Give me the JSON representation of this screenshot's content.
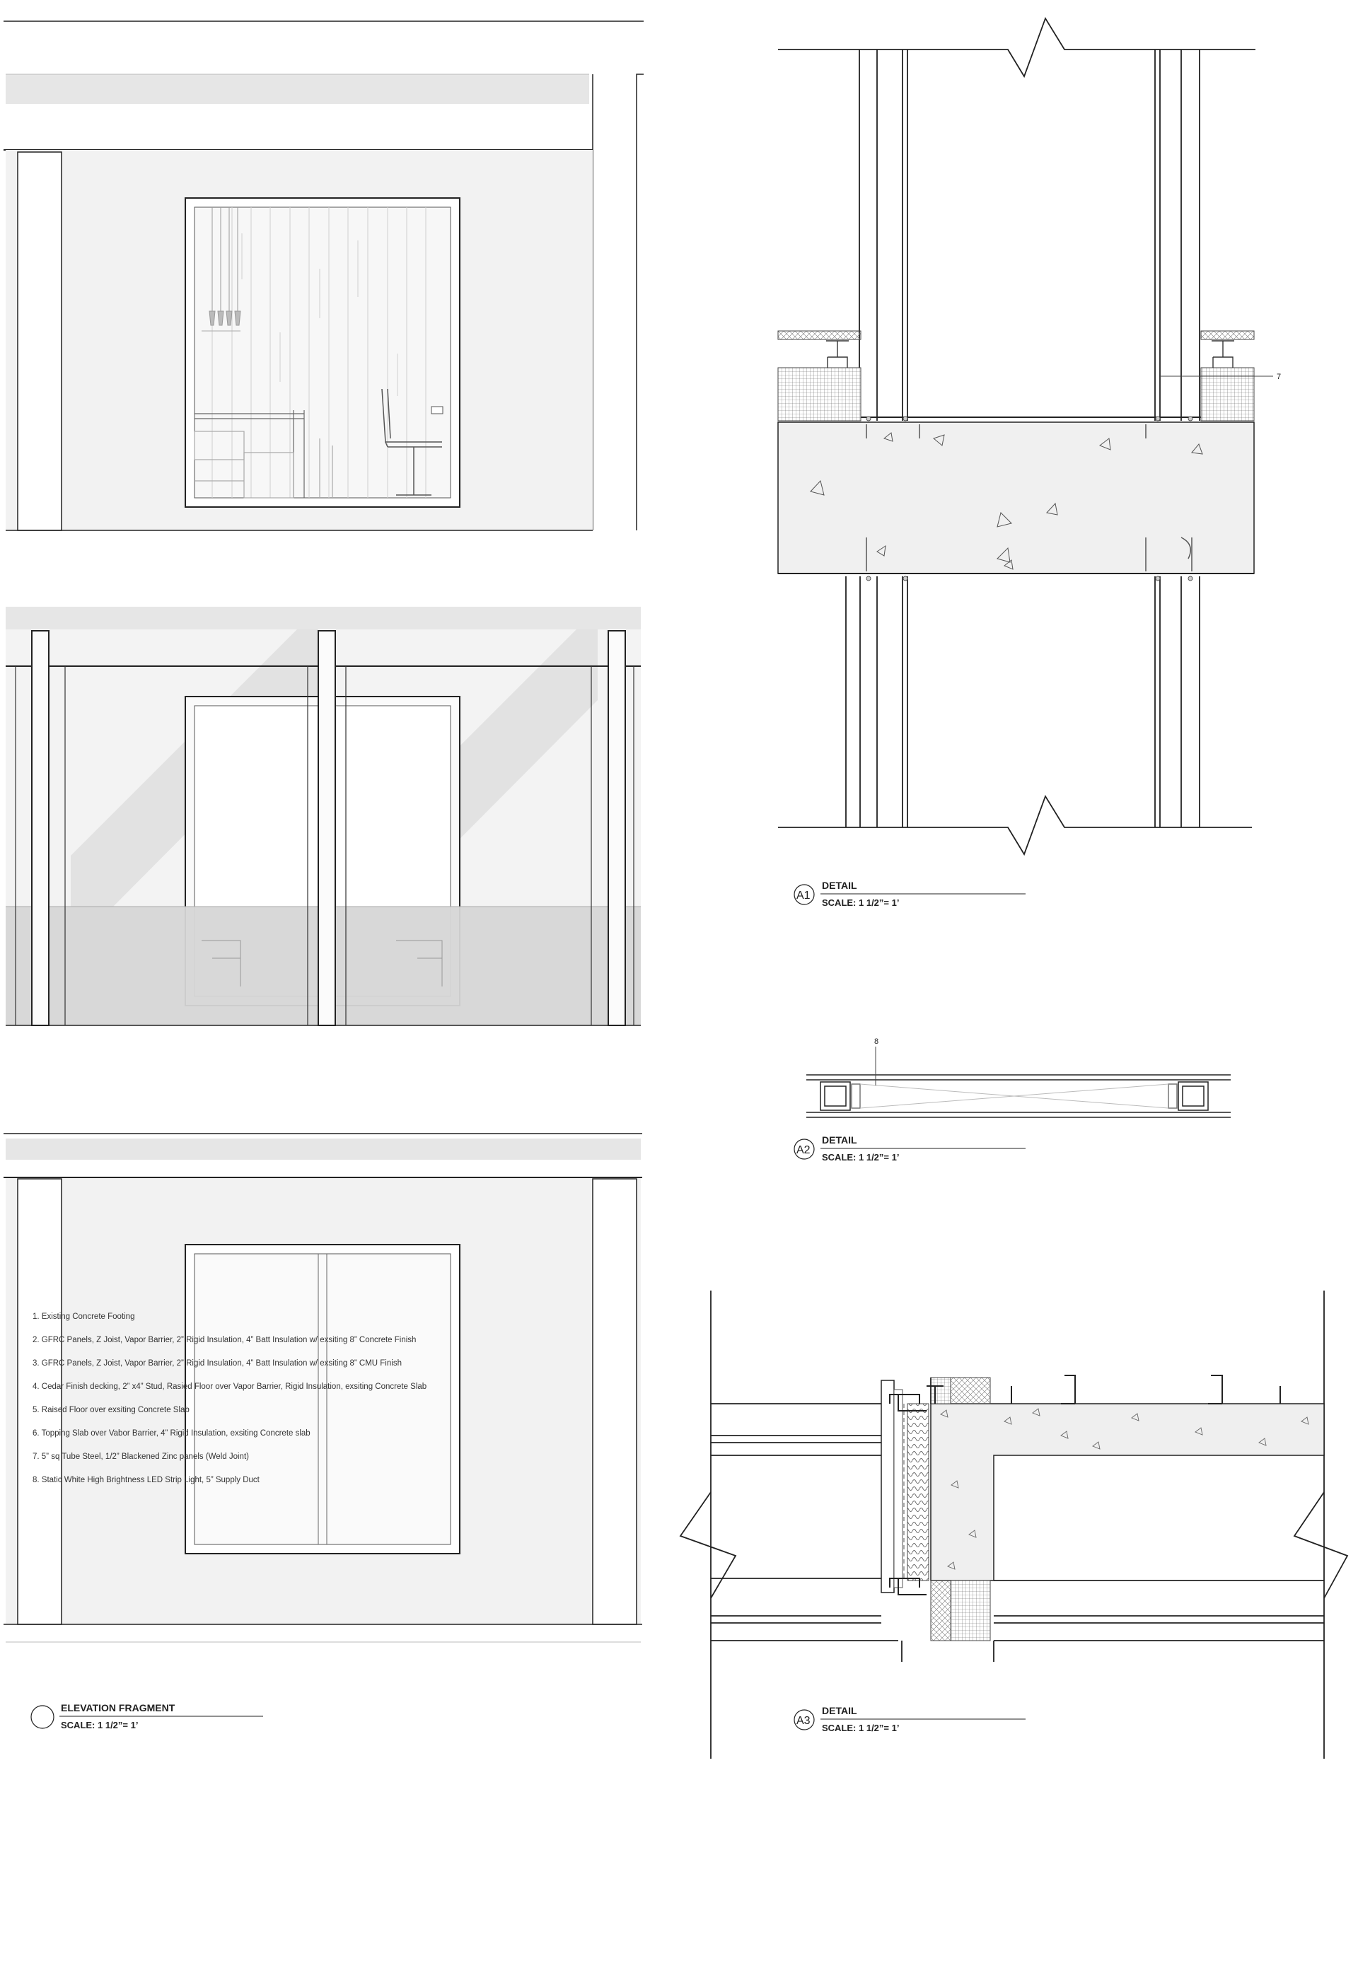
{
  "elevation_label": {
    "title": "ELEVATION FRAGMENT",
    "scale": "SCALE: 1 1/2”= 1’"
  },
  "details": [
    {
      "tag": "A1",
      "title": "DETAIL",
      "scale": "SCALE: 1 1/2”= 1’"
    },
    {
      "tag": "A2",
      "title": "DETAIL",
      "scale": "SCALE: 1 1/2”= 1’"
    },
    {
      "tag": "A3",
      "title": "DETAIL",
      "scale": "SCALE: 1 1/2”= 1’"
    }
  ],
  "callouts": {
    "a1": "7",
    "a2": "8"
  },
  "legend": [
    "1. Existing Concrete Footing",
    "2. GFRC Panels, Z Joist,  Vapor Barrier,  2” Rigid Insulation, 4” Batt Insulation w/ exsiting 8” Concrete Finish",
    "3. GFRC Panels, Z Joist,  Vapor Barrier,  2” Rigid Insulation, 4” Batt Insulation w/ exsiting 8” CMU Finish",
    "4. Cedar Finish decking, 2” x4” Stud, Rasied Floor over Vapor Barrier, Rigid Insulation, exsiting Concrete Slab",
    "5. Raised Floor over exsiting Concrete Slab",
    "6. Topping Slab over Vabor Barrier, 4” Rigid Insulation, exsiting Concrete slab",
    "7. 5” sq Tube Steel, 1/2” Blackened Zinc panels (Weld Joint)",
    "8. Static White High Brightness LED Strip Light,  5” Supply Duct"
  ]
}
